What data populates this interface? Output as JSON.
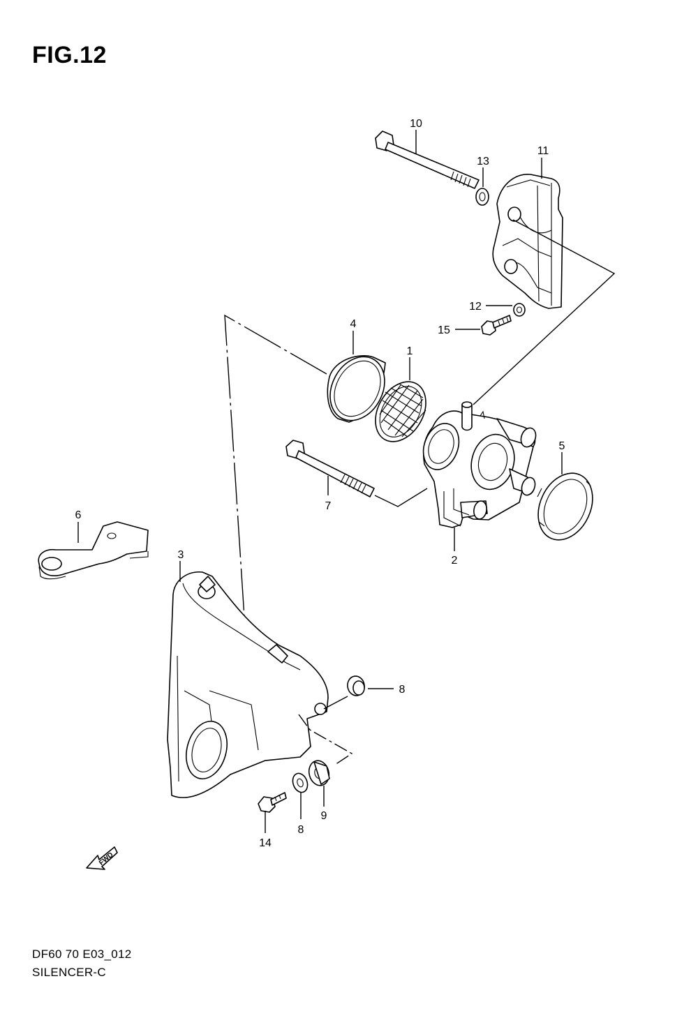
{
  "figure": {
    "title": "FIG.12",
    "code": "DF60 70 E03_012",
    "name": "SILENCER-C"
  },
  "callouts": [
    {
      "id": "c1",
      "label": "1"
    },
    {
      "id": "c2",
      "label": "2"
    },
    {
      "id": "c3",
      "label": "3"
    },
    {
      "id": "c4",
      "label": "4"
    },
    {
      "id": "c5",
      "label": "5"
    },
    {
      "id": "c6",
      "label": "6"
    },
    {
      "id": "c7",
      "label": "7"
    },
    {
      "id": "c8a",
      "label": "8"
    },
    {
      "id": "c8b",
      "label": "8"
    },
    {
      "id": "c9",
      "label": "9"
    },
    {
      "id": "c10",
      "label": "10"
    },
    {
      "id": "c11",
      "label": "11"
    },
    {
      "id": "c12",
      "label": "12"
    },
    {
      "id": "c13",
      "label": "13"
    },
    {
      "id": "c14",
      "label": "14"
    },
    {
      "id": "c15",
      "label": "15"
    }
  ],
  "fwd_arrow": {
    "label": "FWD",
    "icon": "fwd-arrow-icon"
  }
}
